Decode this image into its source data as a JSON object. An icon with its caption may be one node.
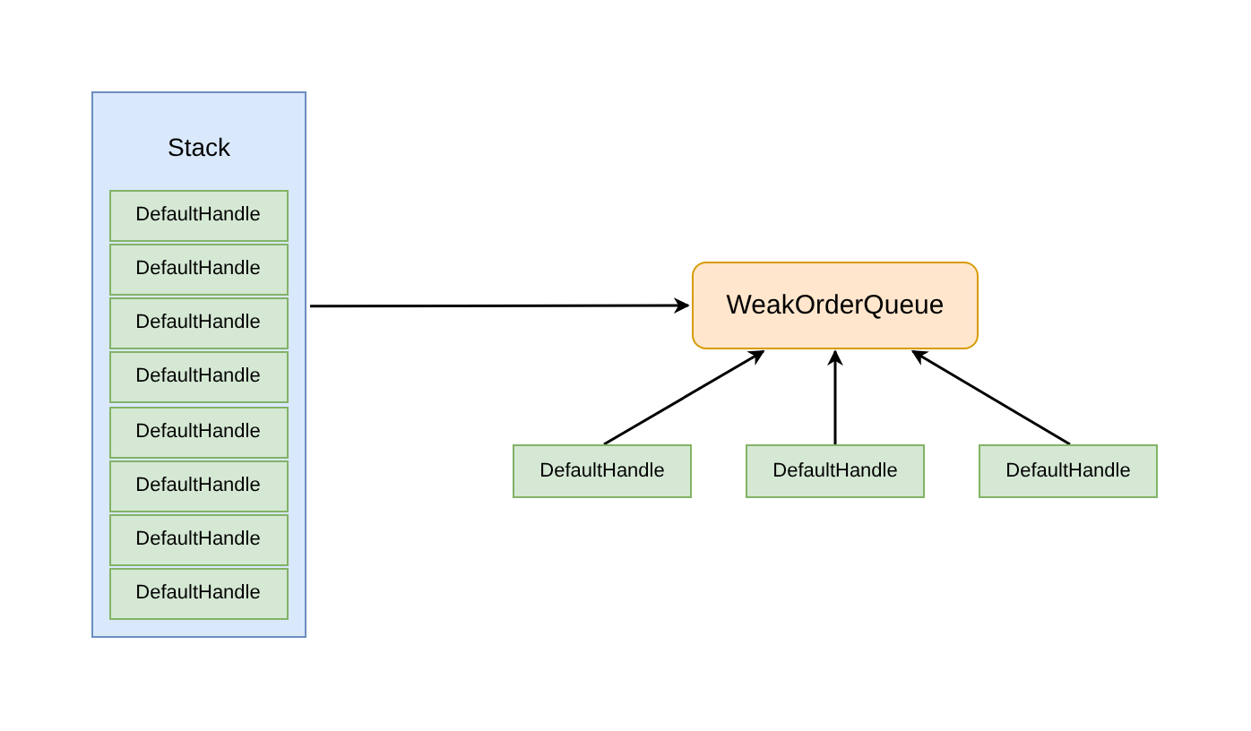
{
  "diagram": {
    "nodes": [
      {
        "text": [
          "Stack"
        ]
      },
      {
        "text": [
          "DefaultHandle"
        ],
        "in": 0
      },
      {
        "text": [
          "DefaultHandle"
        ],
        "in": 0
      },
      {
        "text": [
          "DefaultHandle"
        ],
        "in": 0
      },
      {
        "text": [
          "DefaultHandle"
        ],
        "in": 0
      },
      {
        "text": [
          "DefaultHandle"
        ],
        "in": 0
      },
      {
        "text": [
          "DefaultHandle"
        ],
        "in": 0
      },
      {
        "text": [
          "DefaultHandle"
        ],
        "in": 0
      },
      {
        "text": [
          "DefaultHandle"
        ],
        "in": 0
      },
      {
        "text": [
          "WeakOrderQueue"
        ]
      },
      {
        "text": [
          "DefaultHandle"
        ]
      },
      {
        "text": [
          "DefaultHandle"
        ]
      },
      {
        "text": [
          "DefaultHandle"
        ]
      }
    ],
    "edges": [
      {
        "from": 0,
        "to": 9,
        "arrow": "to"
      },
      {
        "from": 10,
        "to": 9,
        "arrow": "to"
      },
      {
        "from": 11,
        "to": 9,
        "arrow": "to"
      },
      {
        "from": 12,
        "to": 9,
        "arrow": "to"
      }
    ]
  }
}
